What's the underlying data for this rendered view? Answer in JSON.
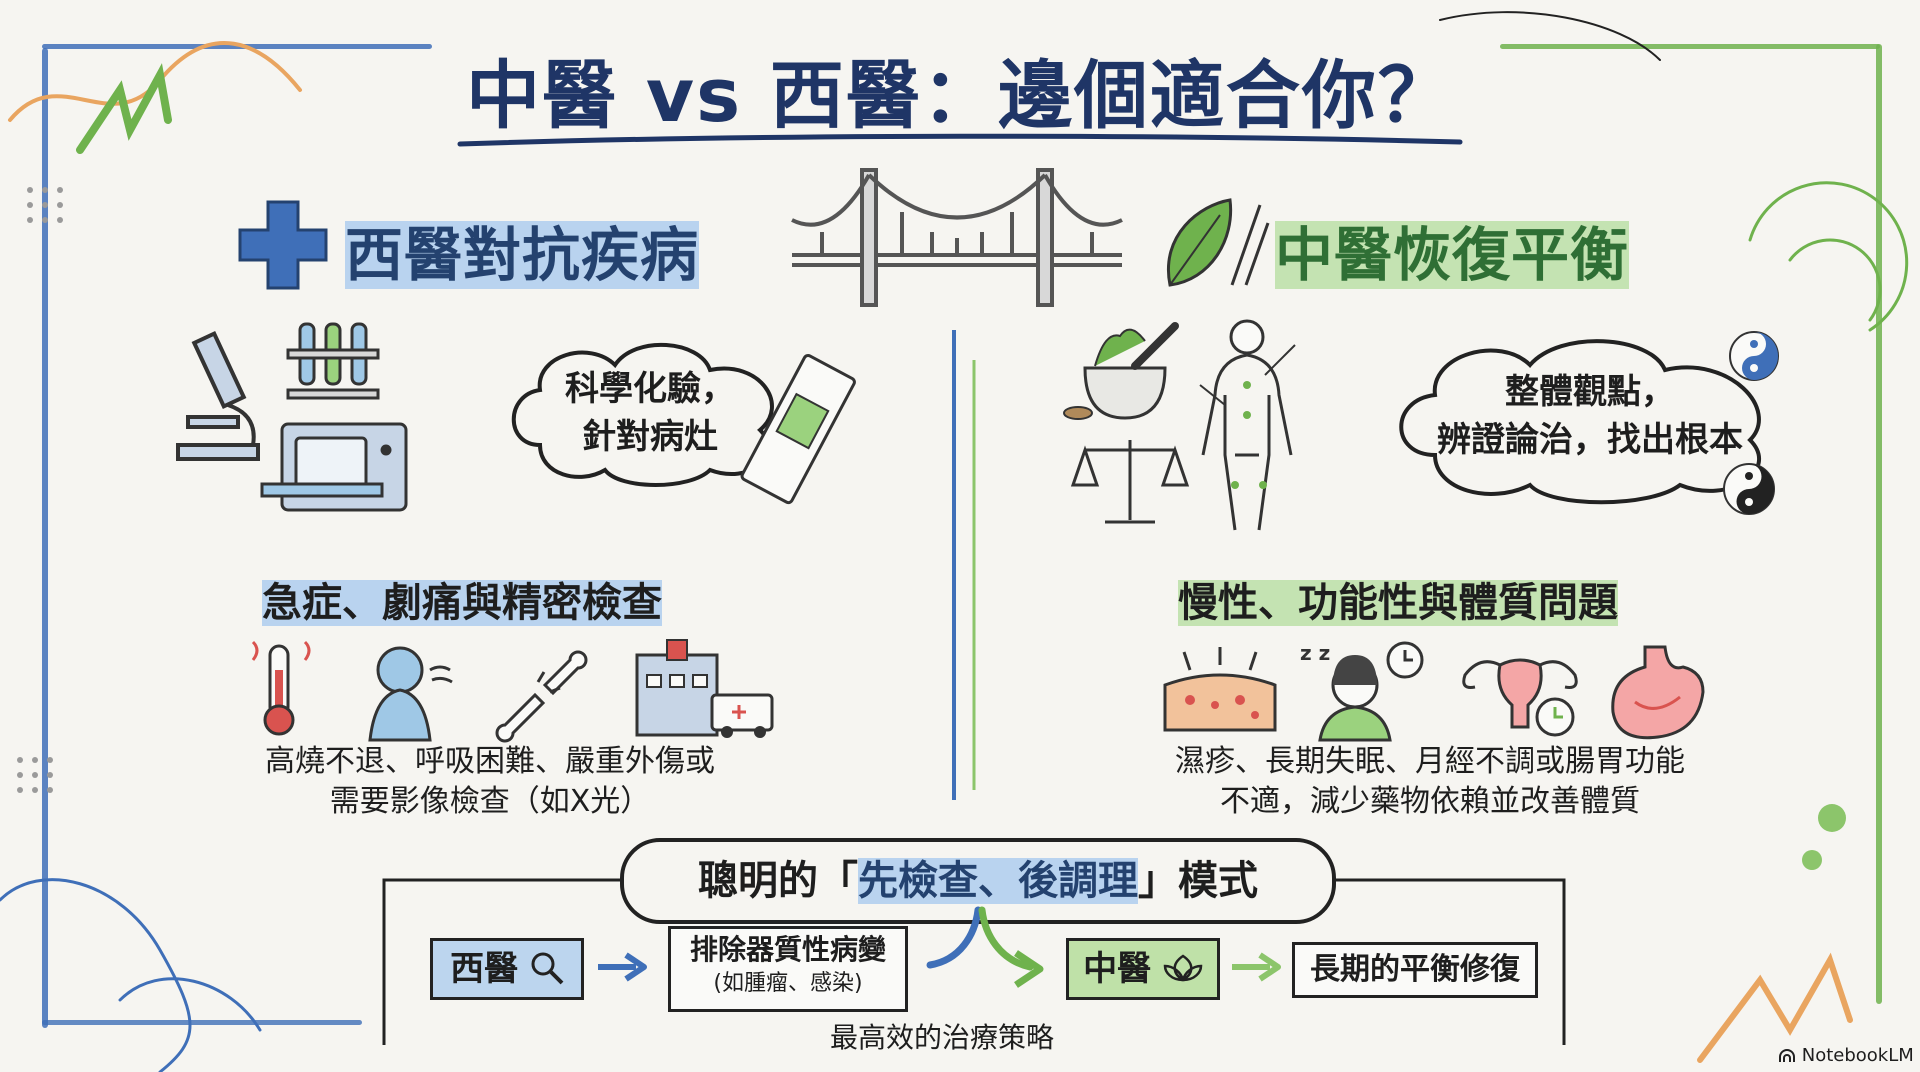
{
  "title": "中醫 vs 西醫：邊個適合你？",
  "western": {
    "heading": "西醫對抗疾病",
    "cloud_line1": "科學化驗，",
    "cloud_line2": "針對病灶",
    "subheading": "急症、劇痛與精密檢查",
    "desc_line1": "高燒不退、呼吸困難、嚴重外傷或",
    "desc_line2": "需要影像檢查（如X光）",
    "icons": [
      "medical-cross-icon",
      "microscope-icon",
      "test-tubes-icon",
      "ct-scanner-icon",
      "test-strip-icon",
      "thermometer-icon",
      "breathing-difficulty-icon",
      "broken-bone-icon",
      "hospital-ambulance-icon"
    ]
  },
  "tcm": {
    "heading": "中醫恢復平衡",
    "cloud_line1": "整體觀點，",
    "cloud_line2": "辨證論治，找出根本",
    "subheading": "慢性、功能性與體質問題",
    "desc_line1": "濕疹、長期失眠、月經不調或腸胃功能",
    "desc_line2": "不適，減少藥物依賴並改善體質",
    "icons": [
      "leaf-needle-icon",
      "mortar-herbs-icon",
      "acupuncture-body-icon",
      "balance-scale-icon",
      "yin-yang-icon",
      "eczema-skin-icon",
      "insomnia-icon",
      "uterus-clock-icon",
      "stomach-icon"
    ]
  },
  "bridge_icon": "bridge-icon",
  "workflow": {
    "prefix": "聰明的「",
    "highlight": "先檢查、後調理",
    "suffix": "」模式",
    "step_west": "西醫",
    "step_exclude": "排除器質性病變",
    "step_exclude_note": "(如腫瘤、感染)",
    "step_tcm": "中醫",
    "step_long": "長期的平衡修復",
    "strategy": "最高效的治療策略"
  },
  "brand": "NotebookLM",
  "colors": {
    "navy": "#1f3566",
    "blue": "#3f6fb8",
    "light_blue": "#b9d3ef",
    "green": "#6fb24d",
    "light_green": "#c4e3b2",
    "dark_green": "#2f6f35"
  }
}
